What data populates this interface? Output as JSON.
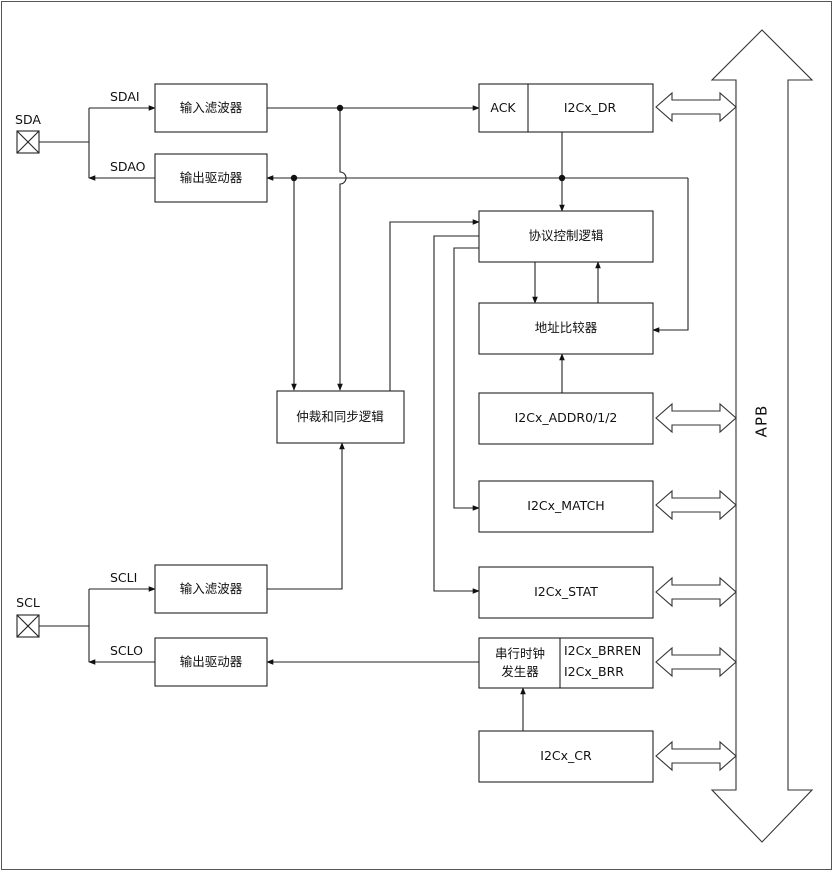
{
  "pins": {
    "sda": "SDA",
    "scl": "SCL"
  },
  "signals": {
    "sdai": "SDAI",
    "sdao": "SDAO",
    "scli": "SCLI",
    "sclo": "SCLO"
  },
  "blocks": {
    "sda_input_filter": "输入滤波器",
    "sda_output_driver": "输出驱动器",
    "scl_input_filter": "输入滤波器",
    "scl_output_driver": "输出驱动器",
    "arbitration_sync": "仲裁和同步逻辑",
    "ack": "ACK",
    "dr": "I2Cx_DR",
    "protocol_control": "协议控制逻辑",
    "address_compare": "地址比较器",
    "addr": "I2Cx_ADDR0/1/2",
    "match": "I2Cx_MATCH",
    "stat": "I2Cx_STAT",
    "serial_clock_gen_line1": "串行时钟",
    "serial_clock_gen_line2": "发生器",
    "brren": "I2Cx_BRREN",
    "brr": "I2Cx_BRR",
    "cr": "I2Cx_CR"
  },
  "bus": {
    "label": "APB"
  },
  "colors": {
    "line": "#222222",
    "background": "#ffffff"
  }
}
